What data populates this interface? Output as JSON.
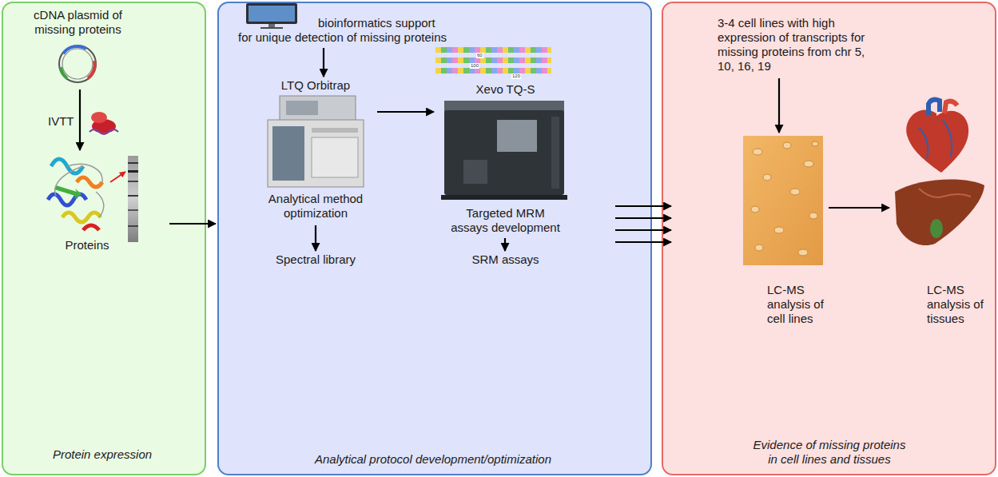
{
  "diagram": {
    "nodes": [
      {
        "text": [
          "Protein expression"
        ]
      },
      {
        "text": [
          "cDNA plasmid of missing proteins"
        ],
        "in": 0
      },
      {
        "text": [
          "Proteins"
        ],
        "in": 0
      },
      {
        "text": [
          "Analytical protocol development/optimization"
        ]
      },
      {
        "text": [
          "bioinformatics support for unique detection of missing proteins"
        ],
        "in": 3
      },
      {
        "text": [
          "LTQ Orbitrap",
          "Analytical method optimization"
        ],
        "in": 3
      },
      {
        "text": [
          "Xevo TQ-S",
          "Targeted MRM assays development"
        ],
        "in": 3
      },
      {
        "text": [
          "Spectral library"
        ],
        "in": 3
      },
      {
        "text": [
          "SRM assays"
        ],
        "in": 3
      },
      {
        "text": [
          "Evidence of missing proteins in cell lines and tissues"
        ]
      },
      {
        "text": [
          "3-4 cell lines with high expression of transcripts for missing proteins from chr 5, 10, 16, 19"
        ],
        "in": 9
      },
      {
        "text": [
          "LC-MS analysis of cell lines"
        ],
        "in": 9
      },
      {
        "text": [
          "LC-MS analysis of tissues"
        ],
        "in": 9
      }
    ],
    "edges": [
      {
        "from": 1,
        "to": 2,
        "label": "IVTT",
        "arrow": "to"
      },
      {
        "from": 0,
        "to": 3,
        "arrow": "to"
      },
      {
        "from": 4,
        "to": 5,
        "arrow": "to"
      },
      {
        "from": 5,
        "to": 6,
        "arrow": "to"
      },
      {
        "from": 5,
        "to": 7,
        "arrow": "to"
      },
      {
        "from": 6,
        "to": 8,
        "arrow": "to"
      },
      {
        "from": 3,
        "to": 9,
        "arrow": "to"
      },
      {
        "from": 3,
        "to": 9,
        "arrow": "to"
      },
      {
        "from": 3,
        "to": 9,
        "arrow": "to"
      },
      {
        "from": 3,
        "to": 9,
        "arrow": "to"
      },
      {
        "from": 10,
        "to": 11,
        "arrow": "to"
      },
      {
        "from": 11,
        "to": 12,
        "arrow": "to"
      }
    ],
    "labels": [
      "60",
      "100",
      "120"
    ]
  }
}
